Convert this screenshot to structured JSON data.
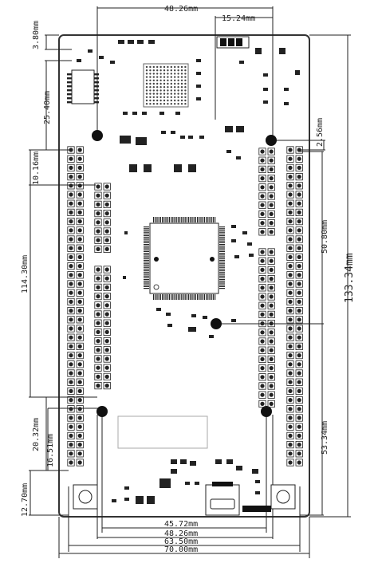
{
  "dimensions": {
    "top_width": "48.26mm",
    "top_pin_spacing": "15.24mm",
    "left_top_margin": "3.80mm",
    "left_connector_offset": "25.40mm",
    "left_header_offset": "10.16mm",
    "left_header_length": "114.30mm",
    "left_lower_spacing": "20.32mm",
    "left_lower_small": "16.51mm",
    "left_bottom_margin": "12.70mm",
    "right_top_small": "2.56mm",
    "right_header_span": "50.80mm",
    "right_lower_span": "53.34mm",
    "right_total_height": "133.34mm",
    "bottom_inner": "45.72mm",
    "bottom_mid": "48.26mm",
    "bottom_outer": "63.50mm",
    "bottom_total": "70.00mm"
  },
  "colors": {
    "board_outline": "#333333",
    "pad": "#111111",
    "dimension_line": "#222222"
  }
}
